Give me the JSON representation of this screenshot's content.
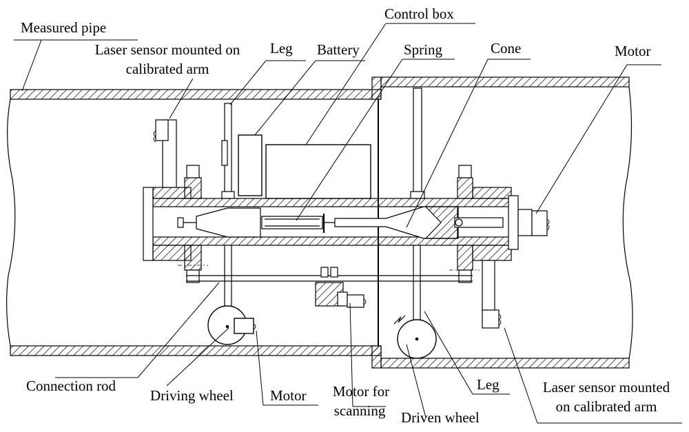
{
  "labels": {
    "measured_pipe": "Measured pipe",
    "laser_top_1": "Laser sensor mounted on",
    "laser_top_2": "calibrated arm",
    "leg_top": "Leg",
    "battery": "Battery",
    "control_box": "Control box",
    "spring": "Spring",
    "cone": "Cone",
    "motor_right": "Motor",
    "connection_rod": "Connection rod",
    "driving_wheel": "Driving wheel",
    "motor_bottom": "Motor",
    "motor_scan_1": "Motor for",
    "motor_scan_2": "scanning",
    "driven_wheel": "Driven wheel",
    "leg_bottom": "Leg",
    "laser_bottom_1": "Laser sensor mounted",
    "laser_bottom_2": "on calibrated arm"
  }
}
